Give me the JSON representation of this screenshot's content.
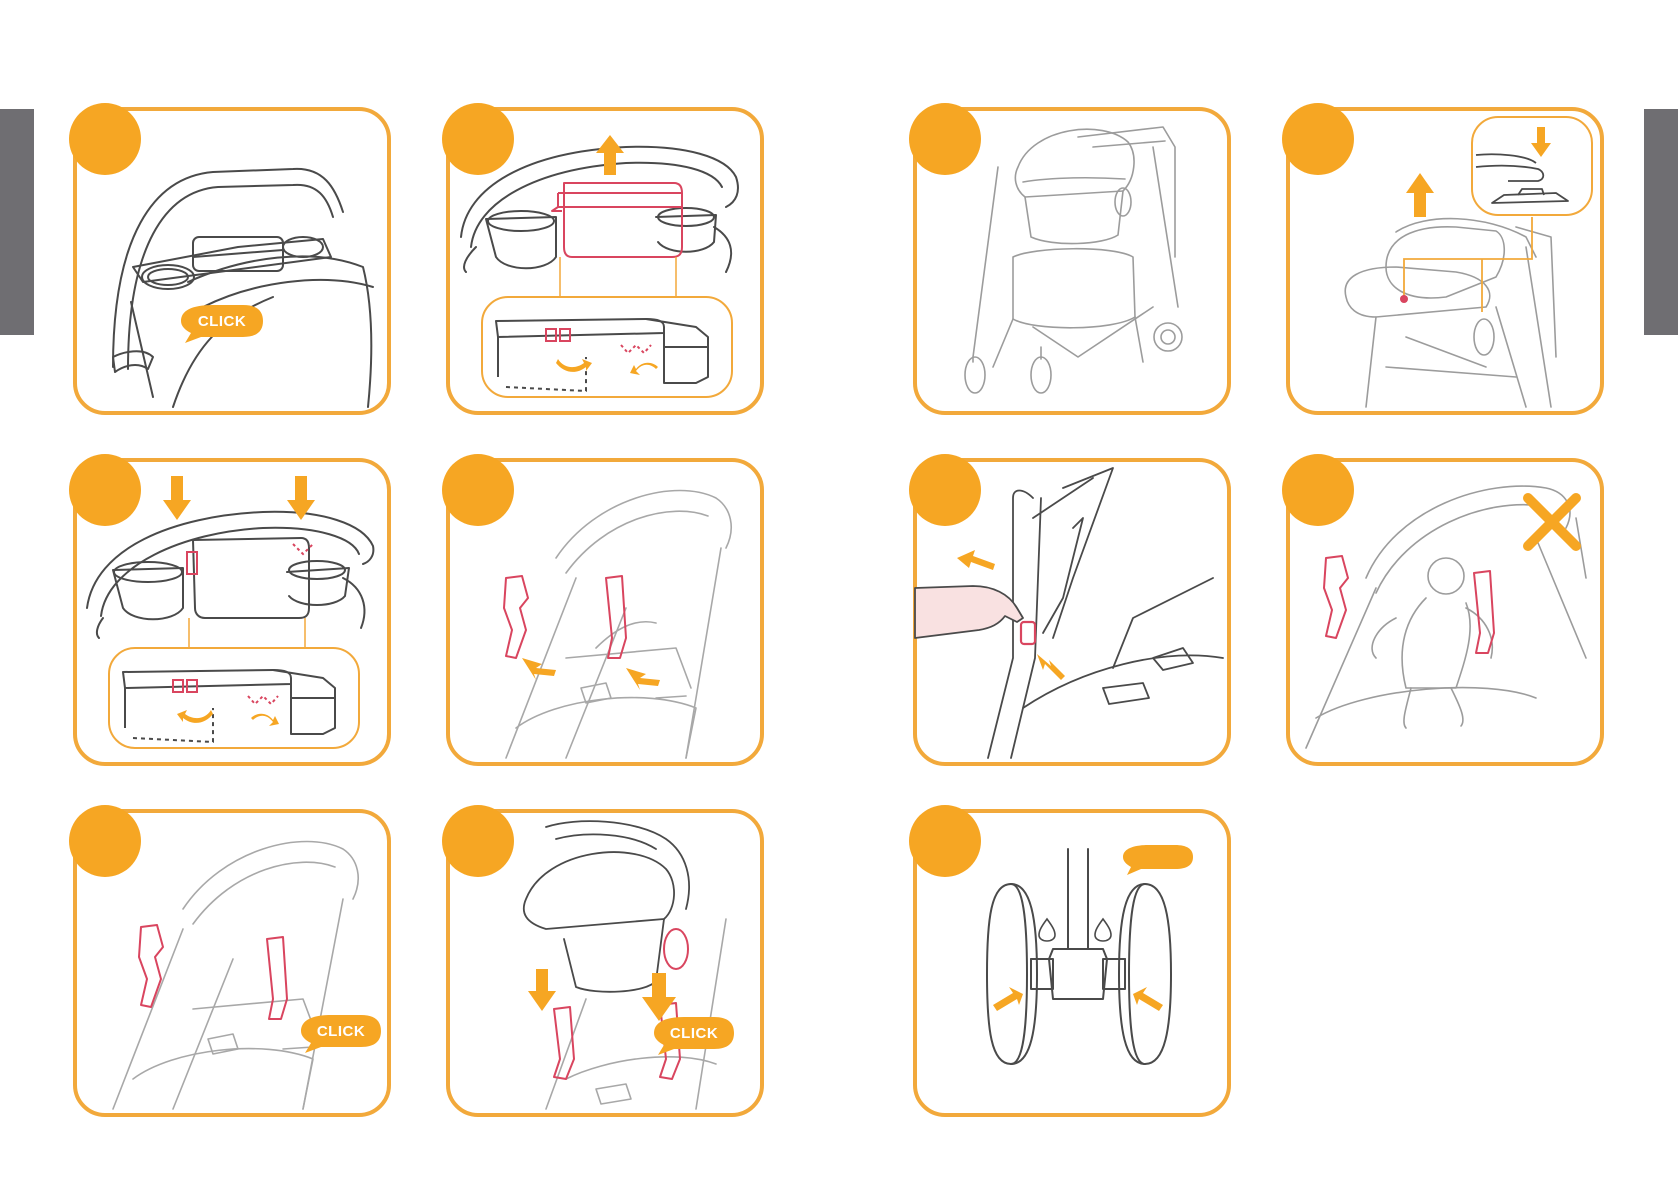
{
  "colors": {
    "accent": "#f6a623",
    "frame": "#f2a93b",
    "line": "#4a4a4a",
    "light_line": "#b9b9b9",
    "highlight": "#d9455f",
    "tab": "#6f6e72"
  },
  "labels": {
    "click": "CLICK"
  },
  "panels": [
    {
      "id": "p1",
      "icons": [
        "cup-holder-icon",
        "click-badge-icon"
      ]
    },
    {
      "id": "p2",
      "icons": [
        "cup-holder-icon",
        "arrow-up-icon",
        "detail-inset-icon"
      ]
    },
    {
      "id": "p3",
      "icons": [
        "stroller-with-car-seat-icon"
      ]
    },
    {
      "id": "p4",
      "icons": [
        "car-seat-release-icon",
        "arrow-up-icon",
        "button-press-inset-icon"
      ]
    },
    {
      "id": "p5",
      "icons": [
        "cup-holder-icon",
        "arrow-down-icon",
        "detail-inset-icon"
      ]
    },
    {
      "id": "p6",
      "icons": [
        "adapter-icon",
        "arrow-icon"
      ]
    },
    {
      "id": "p7",
      "icons": [
        "adapter-release-hand-icon",
        "arrow-icon"
      ]
    },
    {
      "id": "p8",
      "icons": [
        "baby-in-seat-icon",
        "prohibited-cross-icon"
      ]
    },
    {
      "id": "p9",
      "icons": [
        "adapter-icon",
        "click-badge-icon"
      ]
    },
    {
      "id": "p10",
      "icons": [
        "car-seat-attach-icon",
        "arrow-down-icon",
        "click-badge-icon"
      ]
    },
    {
      "id": "p11",
      "icons": [
        "wheel-lubrication-icon",
        "oil-drop-icon",
        "speech-bubble-icon"
      ]
    }
  ]
}
